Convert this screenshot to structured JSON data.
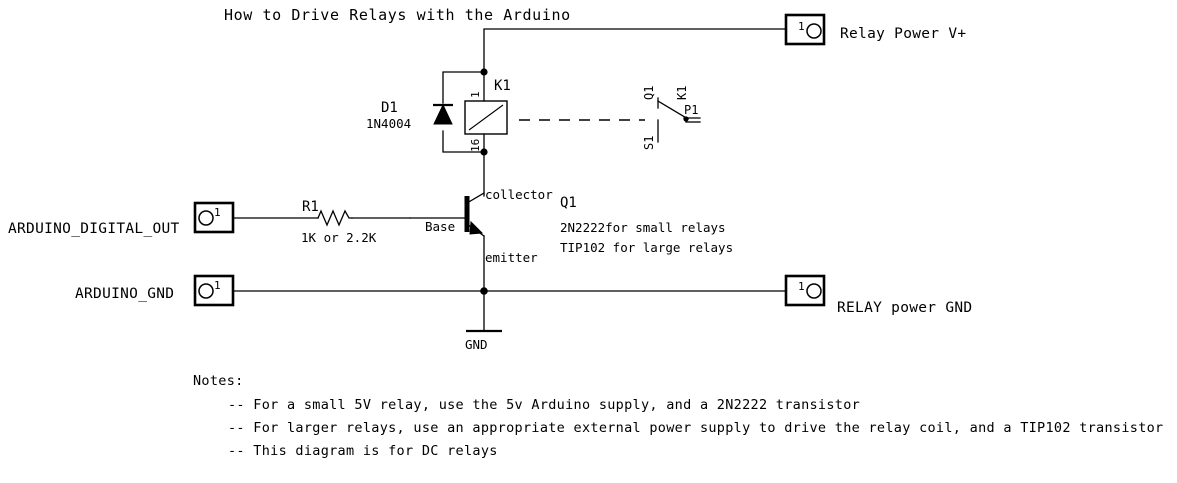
{
  "title": "How to Drive Relays with the Arduino",
  "ports": {
    "relay_power_plus": {
      "label": "Relay Power V+",
      "pin": "1"
    },
    "relay_power_gnd": {
      "label": "RELAY power GND",
      "pin": "1"
    },
    "arduino_digital_out": {
      "label": "ARDUINO_DIGITAL_OUT",
      "pin": "1"
    },
    "arduino_gnd": {
      "label": "ARDUINO_GND",
      "pin": "1"
    }
  },
  "components": {
    "diode": {
      "ref": "D1",
      "value": "1N4004"
    },
    "relay": {
      "ref": "K1",
      "pin_top": "1",
      "pin_bottom": "16"
    },
    "resistor": {
      "ref": "R1",
      "value": "1K or 2.2K"
    },
    "transistor": {
      "ref": "Q1",
      "spec_small": "2N2222for small relays",
      "spec_large": "TIP102 for large relays",
      "terminal_collector": "collector",
      "terminal_base": "Base",
      "terminal_emitter": "emitter"
    },
    "contact": {
      "label_q1": "Q1",
      "label_k1": "K1",
      "label_p1": "P1",
      "label_s1": "S1"
    },
    "ground": {
      "label": "GND"
    }
  },
  "notes": {
    "heading": "Notes:",
    "items": [
      "-- For a small 5V relay, use the 5v Arduino supply, and a 2N2222 transistor",
      "-- For larger relays, use an appropriate external power supply to drive the relay coil, and a TIP102 transistor",
      "-- This diagram is for DC relays"
    ]
  },
  "colors": {
    "ink": "#000000",
    "paper": "#ffffff"
  }
}
